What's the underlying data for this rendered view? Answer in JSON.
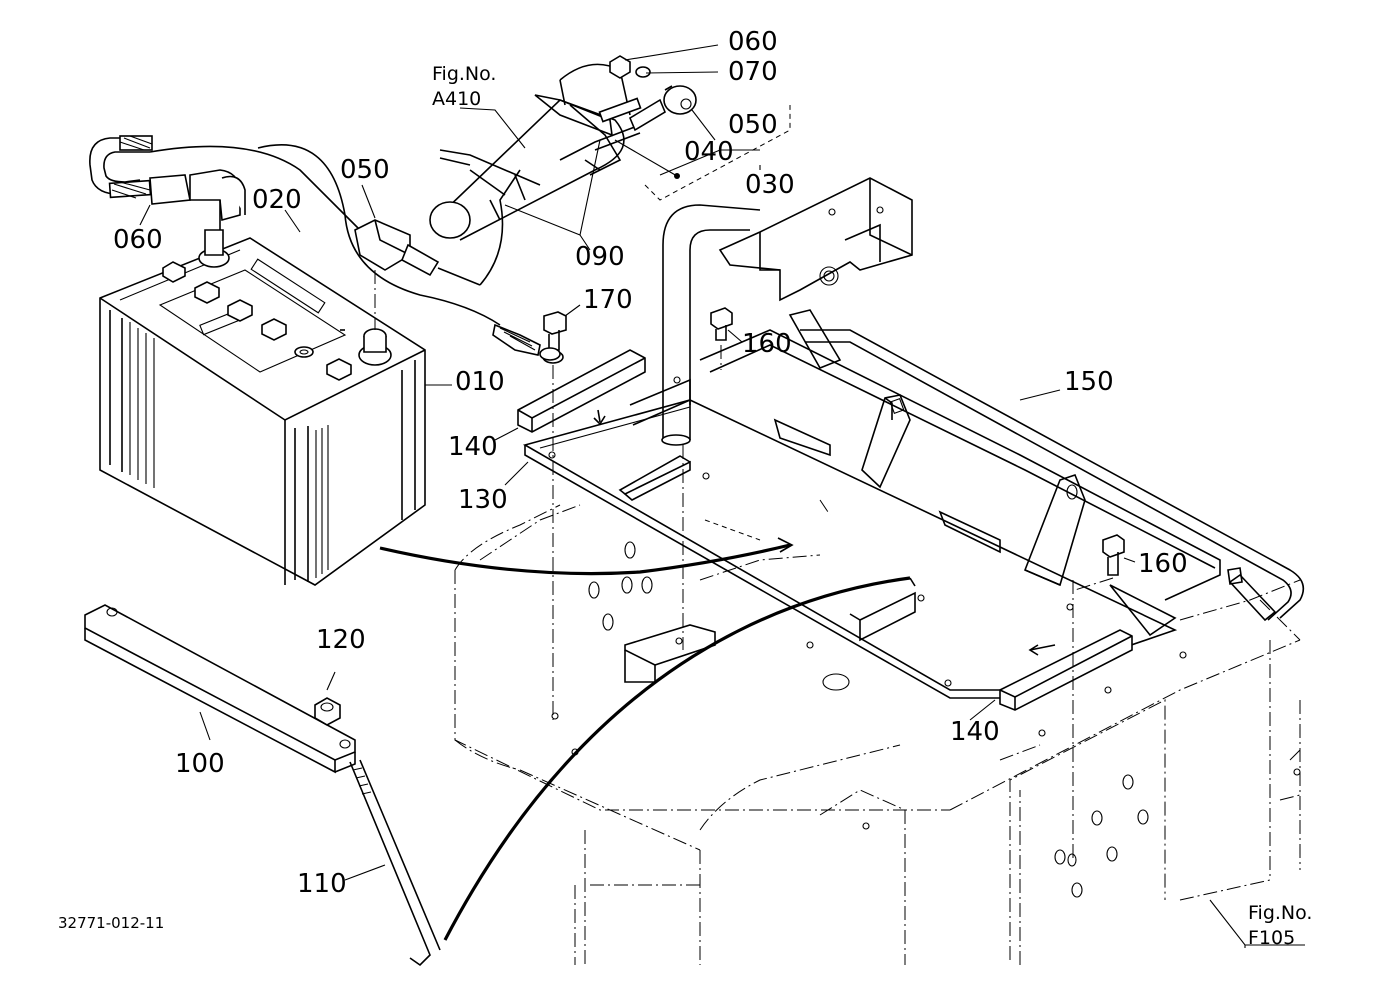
{
  "diagram": {
    "part_numbers": {
      "p060a": "060",
      "p070": "070",
      "p050a": "050",
      "p040": "040",
      "p030": "030",
      "p090": "090",
      "p050b": "050",
      "p020": "020",
      "p060b": "060",
      "p170": "170",
      "p160a": "160",
      "p150": "150",
      "p010": "010",
      "p140a": "140",
      "p130": "130",
      "p160b": "160",
      "p120": "120",
      "p100": "100",
      "p140b": "140",
      "p110": "110"
    },
    "fig_refs": {
      "a410_caption": "Fig.No.",
      "a410_code": "A410",
      "f105_caption": "Fig.No.",
      "f105_code": "F105"
    },
    "drawing_code": "32771-012-11"
  }
}
